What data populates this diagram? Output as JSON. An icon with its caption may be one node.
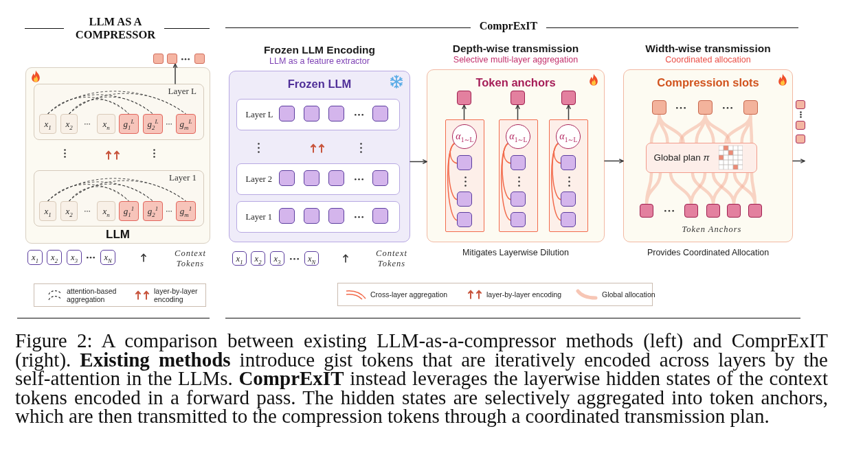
{
  "diagram": {
    "caption": "Figure 2: A comparison between existing LLM-as-a-compressor methods (left) and ComprExIT (right). **Existing methods** introduce gist tokens that are iteratively encoded across layers by the self-attention in the LLMs. **ComprExIT** instead leverages the layerwise hidden states of the context tokens encoded in a forward pass. The hidden states are selectively aggregated into token anchors, which are then transmitted to the compression tokens through a coordinated transmission plan.",
    "nodes": [
      {
        "text": [
          "LLM"
        ]
      },
      {
        "text": [
          "Layer L"
        ],
        "in": 0
      },
      {
        "text": [
          "x$_{1}$"
        ],
        "in": 1
      },
      {
        "text": [
          "x$_{2}$"
        ],
        "in": 1
      },
      {
        "text": [
          "x$_{n}$"
        ],
        "in": 1
      },
      {
        "text": [
          "g$_{1}$$^{L}$"
        ],
        "in": 1
      },
      {
        "text": [
          "g$_{2}$$^{L}$"
        ],
        "in": 1
      },
      {
        "text": [
          "g$_{m}$$^{L}$"
        ],
        "in": 1
      },
      {
        "text": [
          "Layer 1"
        ],
        "in": 0
      },
      {
        "text": [
          "x$_{1}$"
        ],
        "in": 8
      },
      {
        "text": [
          "x$_{2}$"
        ],
        "in": 8
      },
      {
        "text": [
          "x$_{n}$"
        ],
        "in": 8
      },
      {
        "text": [
          "g$_{1}$$^{1}$"
        ],
        "in": 8
      },
      {
        "text": [
          "g$_{2}$$^{1}$"
        ],
        "in": 8
      },
      {
        "text": [
          "g$_{m}$$^{1}$"
        ],
        "in": 8
      },
      {
        "text": [],
        "shape": "box"
      },
      {
        "text": [],
        "shape": "box"
      },
      {
        "text": [],
        "shape": "box"
      },
      {
        "text": [
          "x$_{1}$"
        ]
      },
      {
        "text": [
          "x$_{2}$"
        ]
      },
      {
        "text": [
          "x$_{3}$"
        ]
      },
      {
        "text": [
          "x$_{N}$"
        ]
      },
      {
        "text": [
          "Frozen LLM Encoding",
          "LLM as a feature extractor",
          "Frozen LLM"
        ]
      },
      {
        "text": [
          "Layer L"
        ],
        "in": 22
      },
      {
        "text": [],
        "shape": "box",
        "in": 23
      },
      {
        "text": [],
        "shape": "box",
        "in": 23
      },
      {
        "text": [],
        "shape": "box",
        "in": 23
      },
      {
        "text": [],
        "shape": "box",
        "in": 23
      },
      {
        "text": [
          "Layer 2"
        ],
        "in": 22
      },
      {
        "text": [],
        "shape": "box",
        "in": 28
      },
      {
        "text": [],
        "shape": "box",
        "in": 28
      },
      {
        "text": [],
        "shape": "box",
        "in": 28
      },
      {
        "text": [],
        "shape": "box",
        "in": 28
      },
      {
        "text": [
          "Layer 1"
        ],
        "in": 22
      },
      {
        "text": [],
        "shape": "box",
        "in": 33
      },
      {
        "text": [],
        "shape": "box",
        "in": 33
      },
      {
        "text": [],
        "shape": "box",
        "in": 33
      },
      {
        "text": [],
        "shape": "box",
        "in": 33
      },
      {
        "text": [
          "x$_{1}$"
        ]
      },
      {
        "text": [
          "x$_{2}$"
        ]
      },
      {
        "text": [
          "x$_{3}$"
        ]
      },
      {
        "text": [
          "x$_{N}$"
        ]
      },
      {
        "text": [
          "Depth-wise transmission",
          "Selective multi-layer aggregation",
          "Token anchors"
        ],
        "beside": [
          "Mitigates Layerwise Dilution"
        ]
      },
      {
        "text": [],
        "shape": "box",
        "in": 42
      },
      {
        "text": [],
        "shape": "box",
        "in": 42
      },
      {
        "text": [],
        "shape": "box",
        "in": 42
      },
      {
        "text": [],
        "shape": "box",
        "in": 42
      },
      {
        "text": [
          "*α*$_{1∼L}$"
        ],
        "in": 46
      },
      {
        "text": [],
        "shape": "box",
        "in": 46
      },
      {
        "text": [],
        "shape": "box",
        "in": 46
      },
      {
        "text": [],
        "shape": "box",
        "in": 46
      },
      {
        "text": [],
        "shape": "box",
        "in": 42
      },
      {
        "text": [
          "*α*$_{1∼L}$"
        ],
        "in": 51
      },
      {
        "text": [],
        "shape": "box",
        "in": 51
      },
      {
        "text": [],
        "shape": "box",
        "in": 51
      },
      {
        "text": [],
        "shape": "box",
        "in": 51
      },
      {
        "text": [],
        "shape": "box",
        "in": 42
      },
      {
        "text": [
          "*α*$_{1∼L}$"
        ],
        "in": 56
      },
      {
        "text": [],
        "shape": "box",
        "in": 56
      },
      {
        "text": [],
        "shape": "box",
        "in": 56
      },
      {
        "text": [],
        "shape": "box",
        "in": 56
      },
      {
        "text": [
          "Width-wise transmission",
          "Coordinated allocation",
          "Compression slots"
        ],
        "beside": [
          "Provides Coordinated Allocation"
        ]
      },
      {
        "text": [],
        "shape": "box",
        "in": 61
      },
      {
        "text": [],
        "shape": "box",
        "in": 61
      },
      {
        "text": [],
        "shape": "box",
        "in": 61
      },
      {
        "text": [
          "Global plan *π*"
        ],
        "in": 61
      },
      {
        "text": [],
        "shape": "box",
        "in": 61
      },
      {
        "text": [],
        "shape": "box",
        "in": 61
      },
      {
        "text": [],
        "shape": "box",
        "in": 61
      },
      {
        "text": [],
        "shape": "box",
        "in": 61
      },
      {
        "text": [],
        "shape": "box",
        "in": 61
      },
      {
        "text": [],
        "shape": "box"
      },
      {
        "text": [],
        "shape": "box"
      },
      {
        "text": [],
        "shape": "box"
      }
    ],
    "edges": [
      {
        "from": 2,
        "to": 5,
        "arrow": "none",
        "style": "dashed"
      },
      {
        "from": 2,
        "to": 6,
        "arrow": "none",
        "style": "dashed"
      },
      {
        "from": 2,
        "to": 7,
        "arrow": "none",
        "style": "dashed"
      },
      {
        "from": 3,
        "to": 5,
        "arrow": "none",
        "style": "dashed"
      },
      {
        "from": 3,
        "to": 6,
        "arrow": "none",
        "style": "dashed"
      },
      {
        "from": 3,
        "to": 7,
        "arrow": "none",
        "style": "dashed"
      },
      {
        "from": 9,
        "to": 12,
        "arrow": "none",
        "style": "dashed"
      },
      {
        "from": 9,
        "to": 13,
        "arrow": "none",
        "style": "dashed"
      },
      {
        "from": 9,
        "to": 14,
        "arrow": "none",
        "style": "dashed"
      },
      {
        "from": 10,
        "to": 12,
        "arrow": "none",
        "style": "dashed"
      },
      {
        "from": 10,
        "to": 13,
        "arrow": "none",
        "style": "dashed"
      },
      {
        "from": 10,
        "to": 14,
        "arrow": "none",
        "style": "dashed"
      },
      {
        "from": 1,
        "to": 16,
        "arrow": "to"
      },
      {
        "from": 22,
        "to": 42,
        "arrow": "to"
      },
      {
        "from": 42,
        "to": 61,
        "arrow": "to"
      },
      {
        "from": 61,
        "to": null,
        "arrow": "to"
      },
      {
        "from": 46,
        "to": 43,
        "arrow": "to"
      },
      {
        "from": 51,
        "to": 44,
        "arrow": "to"
      },
      {
        "from": 56,
        "to": 45,
        "arrow": "to"
      },
      {
        "from": 48,
        "to": 47,
        "arrow": "none",
        "color": "#f26b4c"
      },
      {
        "from": 49,
        "to": 47,
        "arrow": "none",
        "color": "#f26b4c"
      },
      {
        "from": 50,
        "to": 47,
        "arrow": "none",
        "color": "#f26b4c"
      },
      {
        "from": 53,
        "to": 52,
        "arrow": "none",
        "color": "#f26b4c"
      },
      {
        "from": 54,
        "to": 52,
        "arrow": "none",
        "color": "#f26b4c"
      },
      {
        "from": 55,
        "to": 52,
        "arrow": "none",
        "color": "#f26b4c"
      },
      {
        "from": 58,
        "to": 57,
        "arrow": "none",
        "color": "#f26b4c"
      },
      {
        "from": 59,
        "to": 57,
        "arrow": "none",
        "color": "#f26b4c"
      },
      {
        "from": 60,
        "to": 57,
        "arrow": "none",
        "color": "#f26b4c"
      },
      {
        "from": 66,
        "to": 65,
        "arrow": "none",
        "style": "thick",
        "color": "#f4b39c"
      },
      {
        "from": 67,
        "to": 65,
        "arrow": "none",
        "style": "thick",
        "color": "#f4b39c"
      },
      {
        "from": 68,
        "to": 65,
        "arrow": "none",
        "style": "thick",
        "color": "#f4b39c"
      },
      {
        "from": 69,
        "to": 65,
        "arrow": "none",
        "style": "thick",
        "color": "#f4b39c"
      },
      {
        "from": 70,
        "to": 65,
        "arrow": "none",
        "style": "thick",
        "color": "#f4b39c"
      },
      {
        "from": 65,
        "to": 62,
        "arrow": "none",
        "style": "thick",
        "color": "#f4b39c"
      },
      {
        "from": 65,
        "to": 63,
        "arrow": "none",
        "style": "thick",
        "color": "#f4b39c"
      },
      {
        "from": 65,
        "to": 64,
        "arrow": "none",
        "style": "thick",
        "color": "#f4b39c"
      }
    ],
    "labels": [
      "LLM AS A COMPRESSOR",
      "ComprExIT",
      "Token Anchors",
      "Context Tokens",
      "Context Tokens"
    ],
    "legend": [
      {
        "text": "attention-based aggregation"
      },
      {
        "text": "layer-by-layer encoding"
      },
      {
        "text": "Cross-layer aggregation"
      },
      {
        "text": "layer-by-layer encoding"
      },
      {
        "text": "Global allocation"
      }
    ]
  }
}
